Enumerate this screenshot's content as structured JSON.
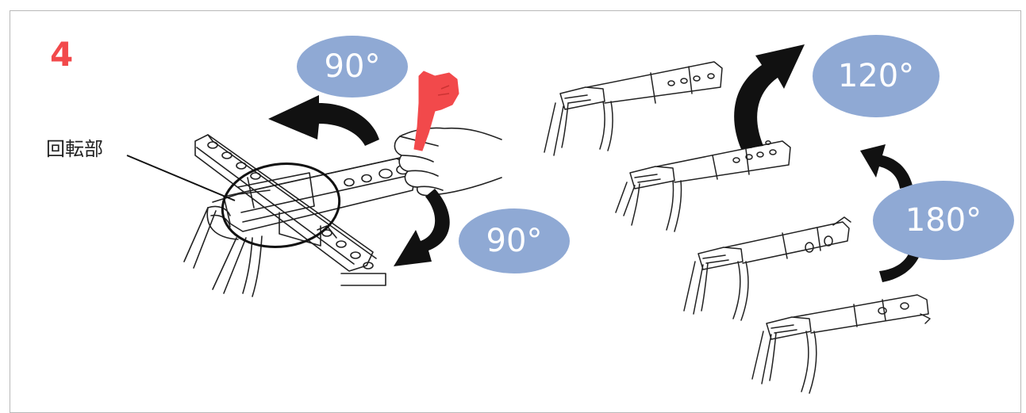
{
  "step_number": "4",
  "callout_label": "回転部",
  "rotation_badges": [
    {
      "label": "90°"
    },
    {
      "label": "90°"
    },
    {
      "label": "120°"
    },
    {
      "label": "180°"
    }
  ],
  "colors": {
    "step_number": "#f2494b",
    "badge_fill": "#8fa9d4",
    "badge_text": "#ffffff",
    "arrow": "#111111",
    "finger": "#f2494b",
    "line_art": "#222222"
  },
  "icons": [
    "hand-pointing-icon",
    "rotation-arrow-icon"
  ]
}
